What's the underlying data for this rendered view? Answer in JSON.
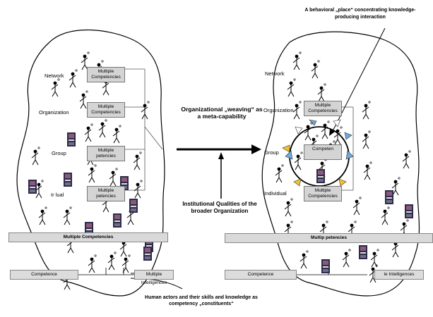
{
  "left": {
    "levels": {
      "network": "Network",
      "organization": "Organization",
      "group": "Group",
      "individual": "Ir  lual"
    },
    "boxes": [
      {
        "line1": "Multiple",
        "line2": "Competencies"
      },
      {
        "line1": "Multiple",
        "line2": "Competencies"
      },
      {
        "line1": "Multiple",
        "line2": "petencies"
      },
      {
        "line1": "Multiple",
        "line2": "petencies"
      }
    ],
    "band_label": "Multiple Competencies",
    "competence_label": "Competence",
    "intelligences_label": "Multiple Intelligences"
  },
  "right": {
    "levels": {
      "network": "Network",
      "organization": "Organization",
      "group": "Group",
      "individual": "Individual"
    },
    "boxes": [
      {
        "line1": "Multiple",
        "line2": "Competencies"
      },
      {
        "line1": "",
        "line2": "Competen"
      },
      {
        "line1": "Multiple",
        "line2": "Competencies"
      }
    ],
    "band_label": "Multip    petencies",
    "competence_label": "Competence",
    "intelligences_label": "le Intelligences"
  },
  "callouts": {
    "weaving": "Organizational „weaving“ as a meta-capability",
    "institutional": "Institutional Qualities of the broader Organization",
    "place": "A behavioral „place“ concentrating knowledge-producing interaction",
    "actors": "Human actors and their skills and knowledge as competency „constituents“"
  },
  "colors": {
    "arrow_blue": "#6fa8dc",
    "arrow_yellow": "#f1c232",
    "band": "#d9d9d9"
  }
}
